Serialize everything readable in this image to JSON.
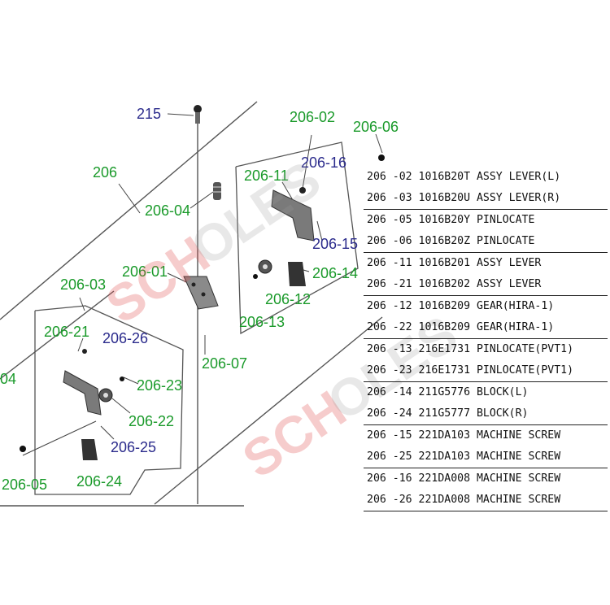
{
  "callouts": [
    {
      "id": "c215",
      "text": "215",
      "color": "blue"
    },
    {
      "id": "c206",
      "text": "206",
      "color": "green"
    },
    {
      "id": "c206-02",
      "text": "206-02",
      "color": "green"
    },
    {
      "id": "c206-06",
      "text": "206-06",
      "color": "green"
    },
    {
      "id": "c206-16",
      "text": "206-16",
      "color": "blue"
    },
    {
      "id": "c206-11",
      "text": "206-11",
      "color": "green"
    },
    {
      "id": "c206-04",
      "text": "206-04",
      "color": "green"
    },
    {
      "id": "c206-15",
      "text": "206-15",
      "color": "blue"
    },
    {
      "id": "c206-14",
      "text": "206-14",
      "color": "green"
    },
    {
      "id": "c206-01",
      "text": "206-01",
      "color": "green"
    },
    {
      "id": "c206-12",
      "text": "206-12",
      "color": "green"
    },
    {
      "id": "c206-13",
      "text": "206-13",
      "color": "green"
    },
    {
      "id": "c206-03",
      "text": "206-03",
      "color": "green"
    },
    {
      "id": "c206-21",
      "text": "206-21",
      "color": "green"
    },
    {
      "id": "c206-26",
      "text": "206-26",
      "color": "blue"
    },
    {
      "id": "c206-07",
      "text": "206-07",
      "color": "green"
    },
    {
      "id": "c04",
      "text": "04",
      "color": "green"
    },
    {
      "id": "c206-23",
      "text": "206-23",
      "color": "green"
    },
    {
      "id": "c206-22",
      "text": "206-22",
      "color": "green"
    },
    {
      "id": "c206-25",
      "text": "206-25",
      "color": "blue"
    },
    {
      "id": "c206-24",
      "text": "206-24",
      "color": "green"
    },
    {
      "id": "c206-05",
      "text": "206-05",
      "color": "green"
    }
  ],
  "watermark": {
    "part1": "SCH",
    "part2": "OLES"
  },
  "parts": [
    {
      "text": "206 -02 1016B20T ASSY LEVER(L)",
      "divider": false
    },
    {
      "text": "206 -03 1016B20U ASSY LEVER(R)",
      "divider": true
    },
    {
      "text": "206 -05 1016B20Y PINLOCATE",
      "divider": false
    },
    {
      "text": "206 -06 1016B20Z PINLOCATE",
      "divider": true
    },
    {
      "text": "206 -11 1016B201 ASSY LEVER",
      "divider": false
    },
    {
      "text": "206 -21 1016B202 ASSY LEVER",
      "divider": true
    },
    {
      "text": "206 -12 1016B209 GEAR(HIRA-1)",
      "divider": false
    },
    {
      "text": "206 -22 1016B209 GEAR(HIRA-1)",
      "divider": true
    },
    {
      "text": "206 -13 216E1731 PINLOCATE(PVT1)",
      "divider": false
    },
    {
      "text": "206 -23 216E1731 PINLOCATE(PVT1)",
      "divider": true
    },
    {
      "text": "206 -14 211G5776 BLOCK(L)",
      "divider": false
    },
    {
      "text": "206 -24 211G5777 BLOCK(R)",
      "divider": true
    },
    {
      "text": "206 -15 221DA103 MACHINE SCREW",
      "divider": false
    },
    {
      "text": "206 -25 221DA103 MACHINE SCREW",
      "divider": true
    },
    {
      "text": "206 -16 221DA008 MACHINE SCREW",
      "divider": false
    },
    {
      "text": "206 -26 221DA008 MACHINE SCREW",
      "divider": true
    }
  ]
}
